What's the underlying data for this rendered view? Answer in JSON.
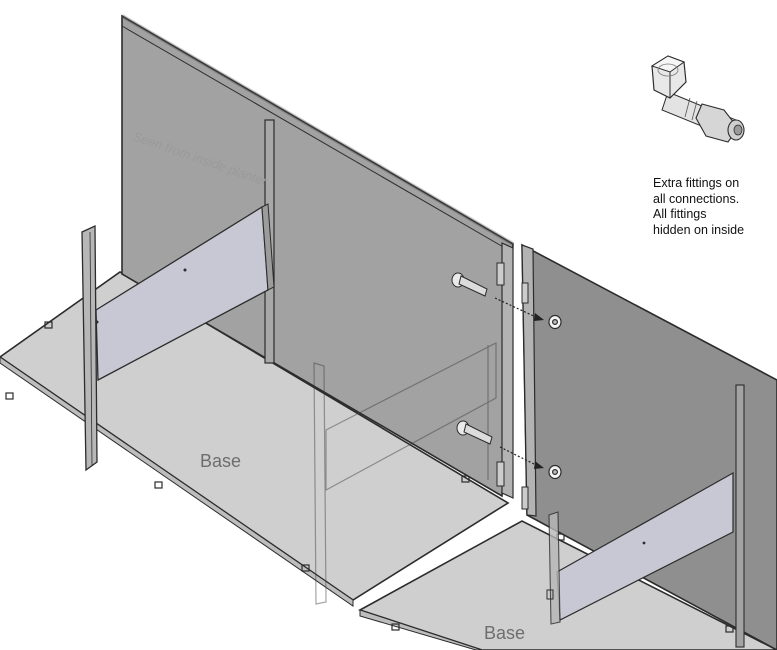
{
  "watermark": "Seen from inside planter",
  "labels": {
    "base_left": "Base",
    "base_right": "Base"
  },
  "note": {
    "lines": [
      "Extra fittings on",
      "all connections.",
      "All fittings",
      "hidden on inside"
    ]
  },
  "icons": {
    "fitting": "bolt-and-nut-icon",
    "connector": "bolt-icon"
  },
  "colors": {
    "panel": "#a2a2a2",
    "panel_dark": "#8f8f8f",
    "base": "#cfcfcf",
    "divider": "#c7c8d3",
    "frame": "#2c2c2c"
  }
}
